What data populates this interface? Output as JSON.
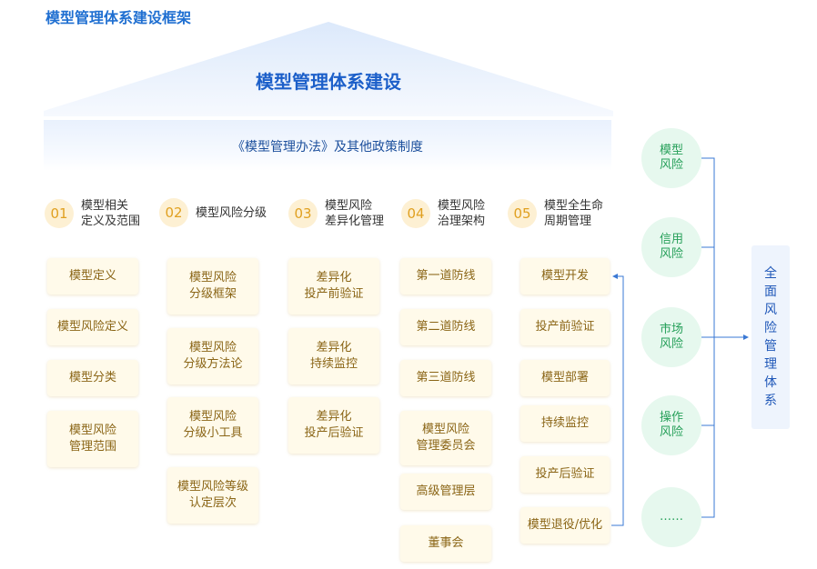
{
  "page_title": "模型管理体系建设框架",
  "roof_title": "模型管理体系建设",
  "policy_text": "《模型管理办法》及其他政策制度",
  "pillars": [
    {
      "num": "01",
      "label": "模型相关\n定义及范围",
      "items": [
        "模型定义",
        "模型风险定义",
        "模型分类",
        "模型风险\n管理范围"
      ]
    },
    {
      "num": "02",
      "label": "模型风险分级",
      "items": [
        "模型风险\n分级框架",
        "模型风险\n分级方法论",
        "模型风险\n分级小工具",
        "模型风险等级\n认定层次"
      ]
    },
    {
      "num": "03",
      "label": "模型风险\n差异化管理",
      "items": [
        "差异化\n投产前验证",
        "差异化\n持续监控",
        "差异化\n投产后验证"
      ]
    },
    {
      "num": "04",
      "label": "模型风险\n治理架构",
      "items": [
        "第一道防线",
        "第二道防线",
        "第三道防线",
        "模型风险\n管理委员会",
        "高级管理层",
        "董事会"
      ]
    },
    {
      "num": "05",
      "label": "模型全生命\n周期管理",
      "items": [
        "模型开发",
        "投产前验证",
        "模型部署",
        "持续监控",
        "投产后验证",
        "模型退役/优化"
      ]
    }
  ],
  "risks": [
    "模型\n风险",
    "信用\n风险",
    "市场\n风险",
    "操作\n风险",
    "……"
  ],
  "full_system": "全面风险管理体系",
  "colors": {
    "accent_blue": "#1c5fc9",
    "gold_text": "#8a6516",
    "gold_number": "#e0a020",
    "green_text": "#27a05a"
  }
}
